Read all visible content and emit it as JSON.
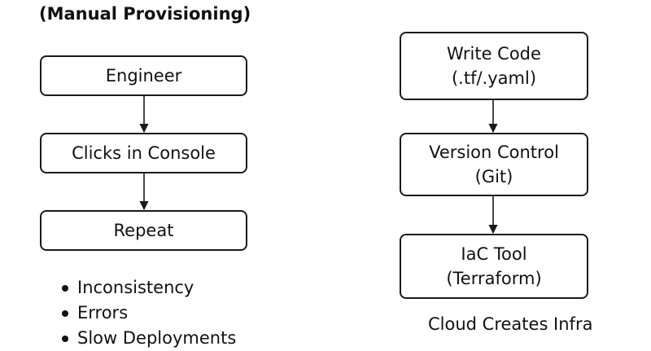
{
  "left_flow": {
    "title": "(Manual Provisioning)",
    "steps": [
      {
        "line1": "Engineer"
      },
      {
        "line1": "Clicks in Console"
      },
      {
        "line1": "Repeat"
      }
    ],
    "issues": [
      "Inconsistency",
      "Errors",
      "Slow Deployments"
    ]
  },
  "right_flow": {
    "steps": [
      {
        "line1": "Write Code",
        "line2": "(.tf/.yaml)"
      },
      {
        "line1": "Version Control",
        "line2": "(Git)"
      },
      {
        "line1": "IaC Tool",
        "line2": "(Terraform)"
      }
    ],
    "result": "Cloud Creates Infra"
  }
}
